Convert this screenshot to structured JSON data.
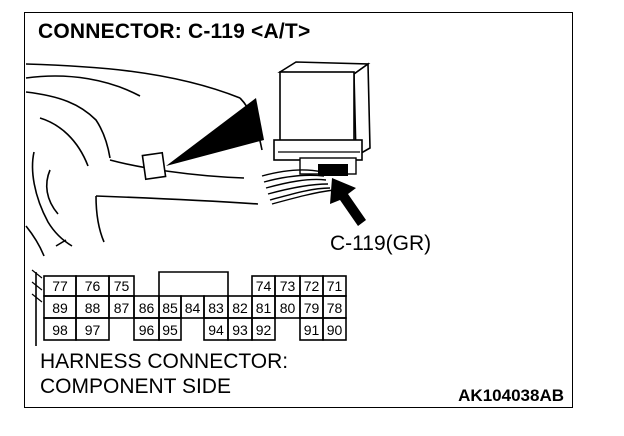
{
  "title": "CONNECTOR: C-119 <A/T>",
  "callout_label": "C-119(GR)",
  "caption_line1": "HARNESS CONNECTOR:",
  "caption_line2": "COMPONENT SIDE",
  "figure_id": "AK104038AB",
  "connector_rows": [
    [
      "77",
      "76",
      "75",
      "",
      "",
      "",
      "",
      "",
      "74",
      "73",
      "72",
      "71"
    ],
    [
      "89",
      "88",
      "87",
      "86",
      "85",
      "84",
      "83",
      "82",
      "81",
      "80",
      "79",
      "78"
    ],
    [
      "98",
      "97",
      "",
      "96",
      "95",
      "",
      "94",
      "93",
      "92",
      "",
      "91",
      "90"
    ]
  ]
}
